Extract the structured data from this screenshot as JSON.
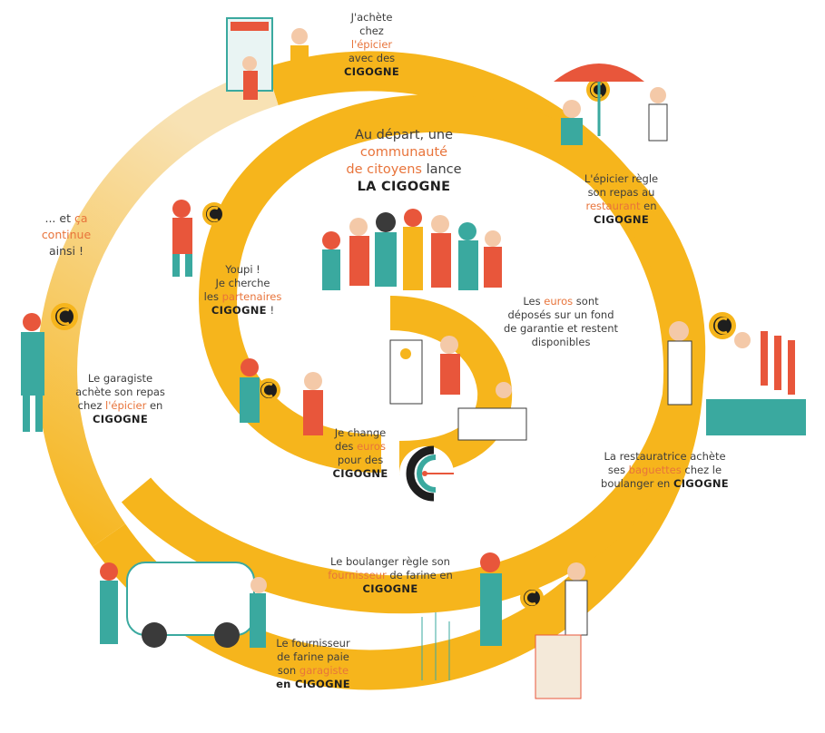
{
  "colors": {
    "ring": "#f6b51c",
    "ring_faded": "#f8d89a",
    "teal": "#3aa99f",
    "red": "#e8563b",
    "accent_text": "#e8743b",
    "coin_dark": "#1e1e1e"
  },
  "center": {
    "line1": "Au départ, une",
    "line2": "communauté",
    "line3a": "de citoyens",
    "line3b": " lance",
    "line4": "LA CIGOGNE"
  },
  "steps": {
    "youpi": {
      "l1": "Youpi !",
      "l2": "Je cherche",
      "l3": "les ",
      "l3h": "partenaires",
      "l4": "CIGOGNE",
      "l4b": " !"
    },
    "change": {
      "l1": "Je change",
      "l2": "des ",
      "l2h": "euros",
      "l3": "pour des",
      "l4": "CIGOGNE"
    },
    "euros": {
      "l1a": "Les ",
      "l1h": "euros",
      "l1b": " sont",
      "l2": "déposés sur un fond",
      "l3": "de garantie et restent",
      "l4": "disponibles"
    },
    "achete": {
      "l1": "J'achète",
      "l2": "chez",
      "l3h": "l'épicier",
      "l4": "avec des",
      "l5": "CIGOGNE"
    },
    "epicier": {
      "l1": "L'épicier règle",
      "l2": "son repas au",
      "l3h": "restaurant",
      "l3b": " en",
      "l4": "CIGOGNE"
    },
    "restauratrice": {
      "l1": "La restauratrice achète",
      "l2a": "ses ",
      "l2h": "baguettes",
      "l2b": " chez le",
      "l3a": "boulanger en ",
      "l3b": "CIGOGNE"
    },
    "boulanger": {
      "l1": "Le boulanger règle son",
      "l2h": "fournisseur",
      "l2b": " de farine en",
      "l3": "CIGOGNE"
    },
    "fournisseur": {
      "l1": "Le fournisseur",
      "l2": "de farine paie",
      "l3a": "son ",
      "l3h": "garagiste",
      "l4": "en CIGOGNE"
    },
    "garagiste": {
      "l1": "Le garagiste",
      "l2": "achète son repas",
      "l3a": "chez ",
      "l3h": "l'épicier",
      "l3b": " en",
      "l4": "CIGOGNE"
    },
    "continue": {
      "l1a": "... et ",
      "l1h": "ça",
      "l2h": "continue",
      "l3": "ainsi !"
    }
  },
  "icons": [
    "cigogne-coin-icon",
    "cigogne-logo-icon"
  ]
}
